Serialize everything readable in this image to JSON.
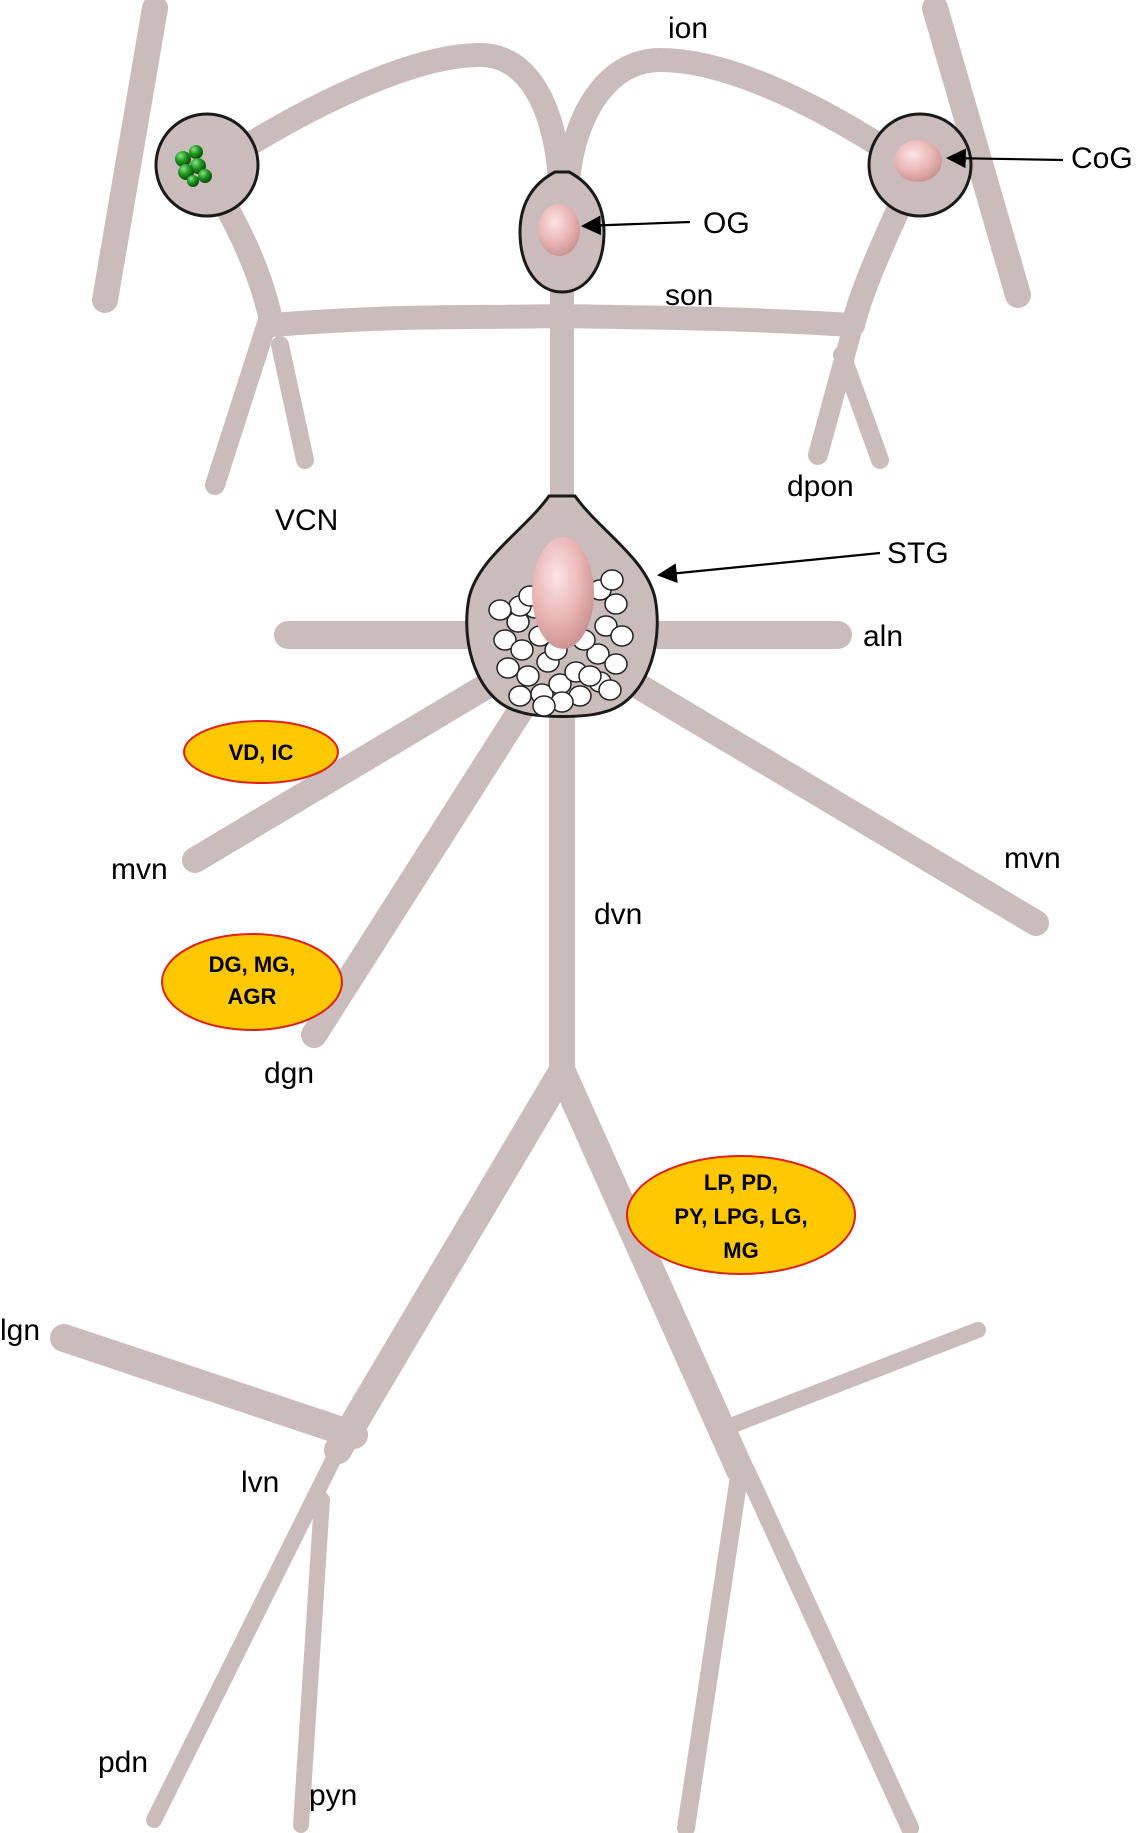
{
  "colors": {
    "nerve": "#cbbcbc",
    "outline": "#1a1a1a",
    "neuron_pink": "#e9b3b3",
    "badge_fill": "#ffc800",
    "badge_border": "#e0201a",
    "green_cells": "#1f8a1f",
    "white_cells": "#ffffff"
  },
  "labels": {
    "ion": "ion",
    "cog": "CoG",
    "og": "OG",
    "son": "son",
    "dpon": "dpon",
    "vcn": "VCN",
    "stg": "STG",
    "aln": "aln",
    "mvn_left": "mvn",
    "mvn_right": "mvn",
    "dvn": "dvn",
    "dgn": "dgn",
    "lgn": "lgn",
    "lvn": "lvn",
    "pdn": "pdn",
    "pyn": "pyn"
  },
  "badges": {
    "vd_ic": {
      "lines": [
        "VD, IC"
      ]
    },
    "dg_mg_agr": {
      "lines": [
        "DG, MG,",
        "AGR"
      ]
    },
    "lp_group": {
      "lines": [
        "LP, PD,",
        "PY, LPG, LG,",
        "MG"
      ]
    }
  },
  "icons": {
    "green_cluster": "green-cell-cluster-icon",
    "white_cluster": "white-cell-cluster-icon"
  }
}
